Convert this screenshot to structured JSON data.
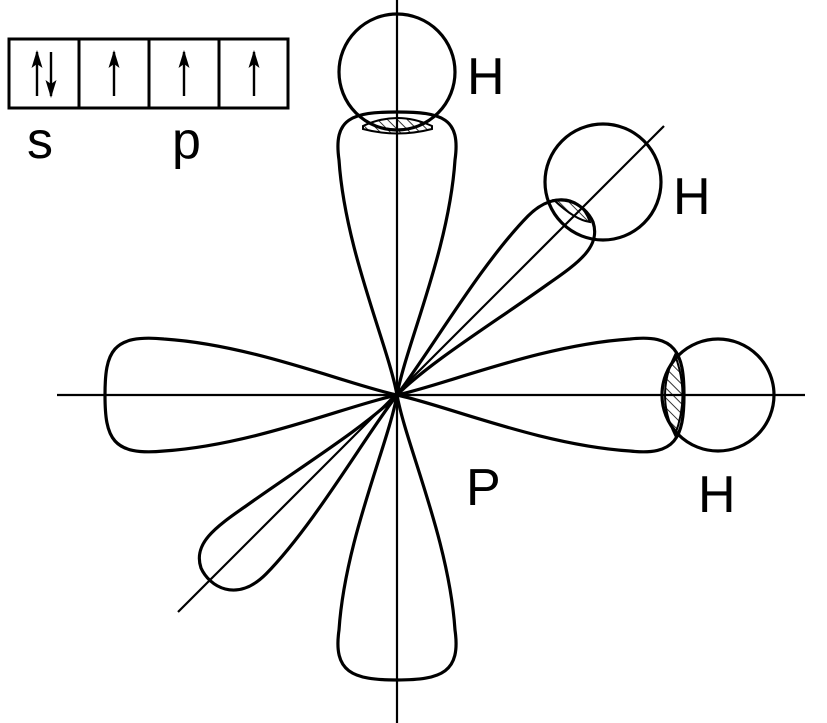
{
  "orbital_box": {
    "cells": [
      {
        "arrows": [
          "up",
          "down"
        ]
      },
      {
        "arrows": [
          "up"
        ]
      },
      {
        "arrows": [
          "up"
        ]
      },
      {
        "arrows": [
          "up"
        ]
      }
    ],
    "labels": {
      "s": "s",
      "p": "p"
    }
  },
  "atoms": {
    "center": "P",
    "h_top": "H",
    "h_diag": "H",
    "h_right": "H"
  },
  "colors": {
    "ink": "#000000",
    "background": "#ffffff"
  }
}
